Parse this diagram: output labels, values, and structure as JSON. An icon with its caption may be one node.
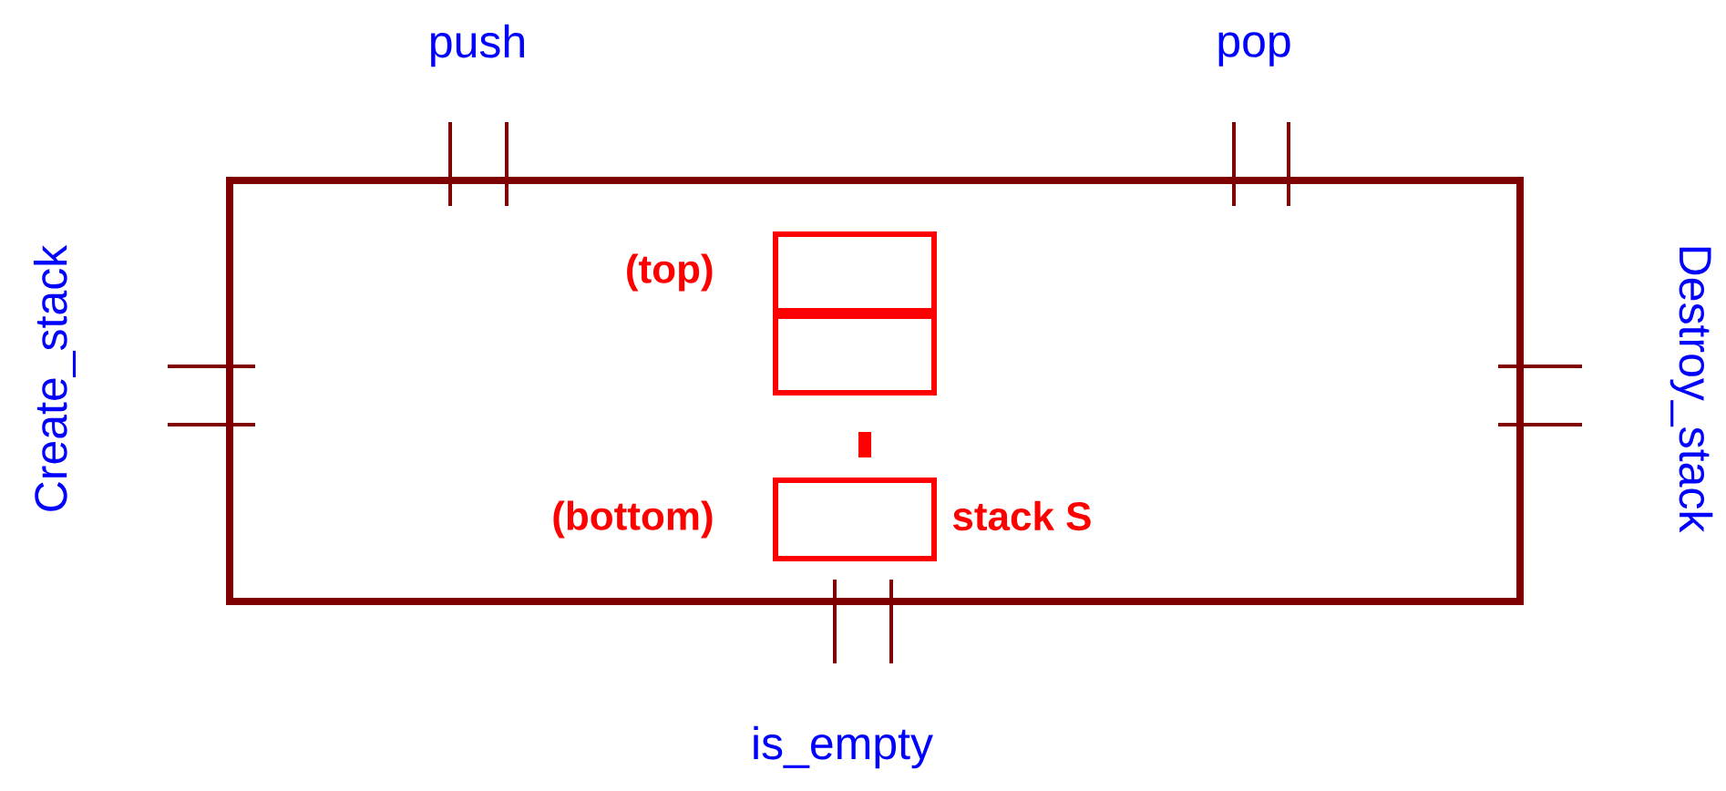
{
  "diagram": {
    "nodes": [
      {
        "text": [],
        "shape": "box"
      },
      {
        "text": [],
        "shape": "box",
        "in": 0,
        "beside": [
          "(top)"
        ]
      },
      {
        "text": [],
        "shape": "box",
        "in": 0
      },
      {
        "text": [],
        "shape": "box",
        "in": 0,
        "beside": [
          "(bottom)"
        ]
      }
    ],
    "labels": [
      "push",
      "pop",
      "Create_stack",
      "Destroy_stack",
      "stack S",
      "is_empty"
    ]
  }
}
